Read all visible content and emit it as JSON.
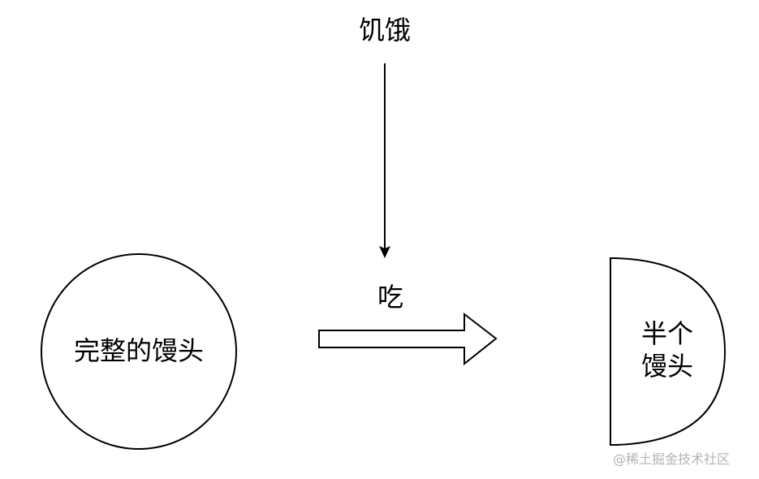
{
  "labels": {
    "hunger": "饥饿",
    "eat": "吃",
    "whole_bun": "完整的馒头",
    "half_bun_line1": "半个",
    "half_bun_line2": "馒头"
  },
  "watermark": "@稀土掘金技术社区",
  "colors": {
    "stroke": "#000000",
    "fill": "#ffffff",
    "watermark": "#b4b4b4"
  }
}
